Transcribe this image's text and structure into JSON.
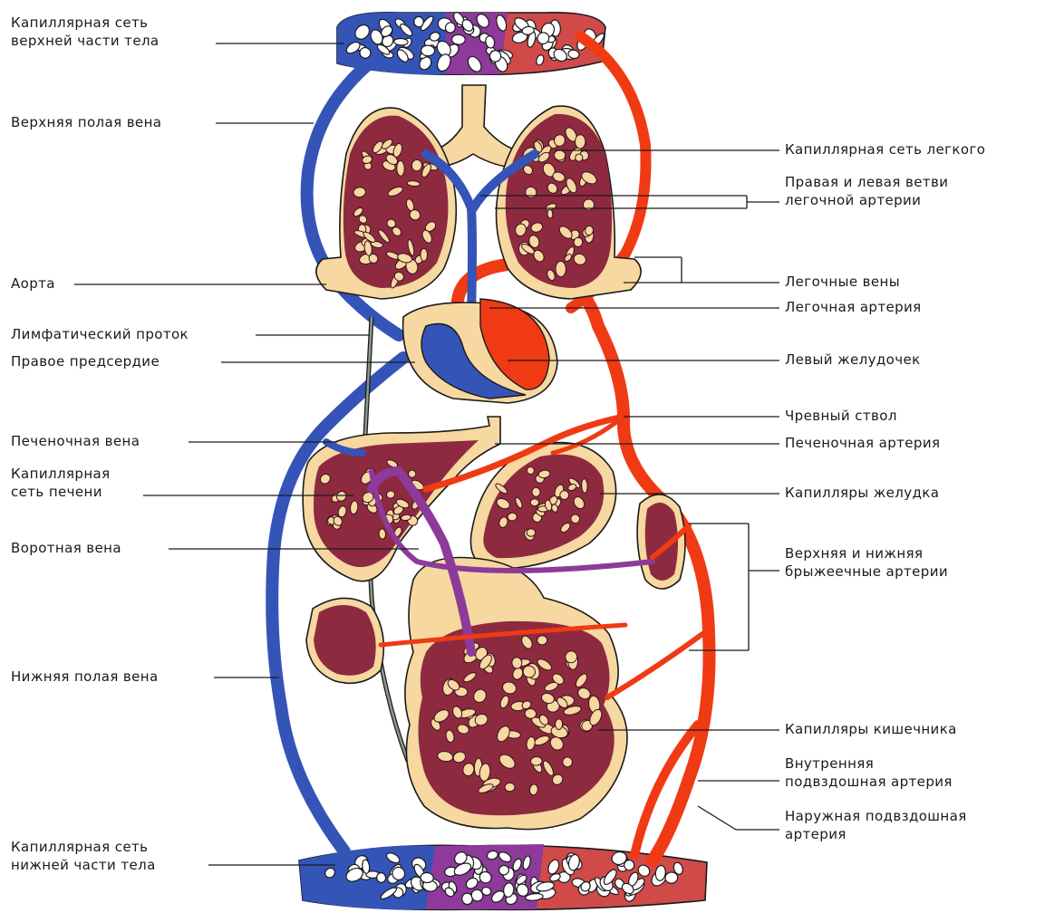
{
  "labels_left": [
    {
      "key": "upper_capillary",
      "lines": [
        "Капиллярная сеть",
        "верхней части тела"
      ]
    },
    {
      "key": "superior_vena_cava",
      "lines": [
        "Верхняя полая вена"
      ]
    },
    {
      "key": "aorta",
      "lines": [
        "Аорта"
      ]
    },
    {
      "key": "lymph_duct",
      "lines": [
        "Лимфатический проток"
      ]
    },
    {
      "key": "right_atrium",
      "lines": [
        "Правое предсердие"
      ]
    },
    {
      "key": "hepatic_vein",
      "lines": [
        "Печеночная вена"
      ]
    },
    {
      "key": "liver_capillary",
      "lines": [
        "Капиллярная",
        "сеть печени"
      ]
    },
    {
      "key": "portal_vein",
      "lines": [
        "Воротная вена"
      ]
    },
    {
      "key": "inferior_vena_cava",
      "lines": [
        "Нижняя полая вена"
      ]
    },
    {
      "key": "lower_capillary",
      "lines": [
        "Капиллярная сеть",
        "нижней части тела"
      ]
    }
  ],
  "labels_right": [
    {
      "key": "lung_capillary",
      "lines": [
        "Капиллярная сеть легкого"
      ]
    },
    {
      "key": "pulmonary_branches",
      "lines": [
        "Правая и левая ветви",
        "легочной артерии"
      ]
    },
    {
      "key": "pulmonary_veins",
      "lines": [
        "Легочные вены"
      ]
    },
    {
      "key": "pulmonary_artery",
      "lines": [
        "Легочная артерия"
      ]
    },
    {
      "key": "left_ventricle",
      "lines": [
        "Левый желудочек"
      ]
    },
    {
      "key": "celiac_trunk",
      "lines": [
        "Чревный ствол"
      ]
    },
    {
      "key": "hepatic_artery",
      "lines": [
        "Печеночная артерия"
      ]
    },
    {
      "key": "stomach_capillaries",
      "lines": [
        "Капилляры желудка"
      ]
    },
    {
      "key": "mesenteric_arteries",
      "lines": [
        "Верхняя и нижняя",
        "брыжеечные артерии"
      ]
    },
    {
      "key": "intestine_capillaries",
      "lines": [
        "Капилляры кишечника"
      ]
    },
    {
      "key": "internal_iliac",
      "lines": [
        "Внутренняя",
        "подвздошная артерия"
      ]
    },
    {
      "key": "external_iliac",
      "lines": [
        "Наружная подвздошная",
        "артерия"
      ]
    }
  ],
  "colors": {
    "vein": "#3454b8",
    "artery": "#f03a14",
    "portal": "#8d3a9a",
    "organ": "#f6d8a0",
    "lymph": "#8a9a8a"
  }
}
